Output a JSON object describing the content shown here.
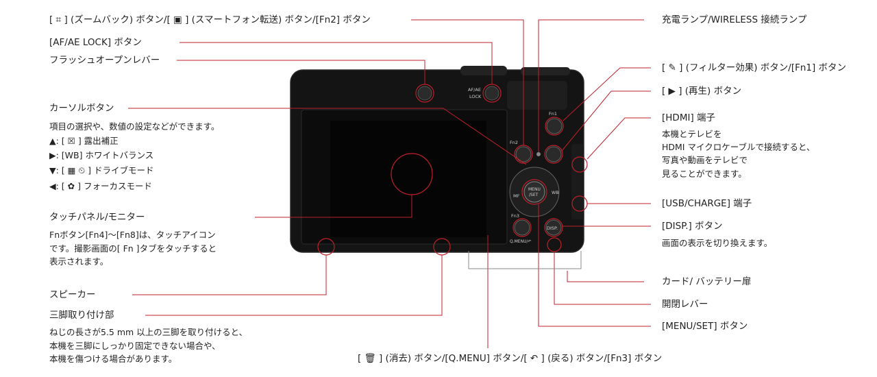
{
  "labels": {
    "zoom_back_button": "[ ⌗ ] (ズームバック) ボタン/[ ▣ ] (スマートフォン転送) ボタン/[Fn2] ボタン",
    "af_ae_lock_button": "[AF/AE LOCK] ボタン",
    "flash_open_lever": "フラッシュオープンレバー",
    "cursor_button": "カーソルボタン",
    "cursor_desc": "項目の選択や、数値の設定などができます。",
    "cursor_up": "▲: [ ☒ ] 露出補正",
    "cursor_right": "▶: [WB] ホワイトバランス",
    "cursor_down": "▼: [ ▦ ⏲ ] ドライブモード",
    "cursor_left": "◀: [ ✿ ] フォーカスモード",
    "touch_panel": "タッチパネル/モニター",
    "touch_desc_1": "Fnボタン[Fn4]～[Fn8]は、タッチアイコン",
    "touch_desc_2": "です。撮影画面の[ Fn ]タブをタッチすると",
    "touch_desc_3": "表示されます。",
    "speaker": "スピーカー",
    "tripod_mount": "三脚取り付け部",
    "tripod_desc_1": "ねじの長さが5.5 mm 以上の三脚を取り付けると、",
    "tripod_desc_2": "本機を三脚にしっかり固定できない場合や、",
    "tripod_desc_3": "本機を傷つける場合があります。",
    "delete_button": "[ 🗑 ] (消去) ボタン/[Q.MENU] ボタン/[ ↶ ] (戻る) ボタン/[Fn3] ボタン",
    "charge_lamp": "充電ランプ/WIRELESS 接続ランプ",
    "filter_button": "[ ✎ ] (フィルター効果) ボタン/[Fn1] ボタン",
    "playback_button": "[ ▶ ] (再生) ボタン",
    "hdmi_port": "[HDMI] 端子",
    "hdmi_desc_1": "本機とテレビを",
    "hdmi_desc_2": "HDMI マイクロケーブルで接続すると、",
    "hdmi_desc_3": "写真や動画をテレビで",
    "hdmi_desc_4": "見ることができます。",
    "usb_port": "[USB/CHARGE] 端子",
    "disp_button": "[DISP.] ボタン",
    "disp_desc": "画面の表示を切り換えます。",
    "card_door": "カード/ バッテリー扉",
    "release_lever": "開閉レバー",
    "menu_set_button": "[MENU/SET] ボタン"
  },
  "camera_marks": {
    "af_ae": "AF/AE",
    "lock": "LOCK",
    "fn1": "Fn1",
    "fn2": "Fn2",
    "fn3": "Fn3",
    "menu": "MENU",
    "set": "/SET",
    "wb": "WB",
    "mf": "MF",
    "disp": "DISP.",
    "qmenu": "Q.MENU/↶"
  },
  "colors": {
    "leader_line": "#c0202a",
    "gray_line": "#888888",
    "camera_body": "#141414"
  }
}
